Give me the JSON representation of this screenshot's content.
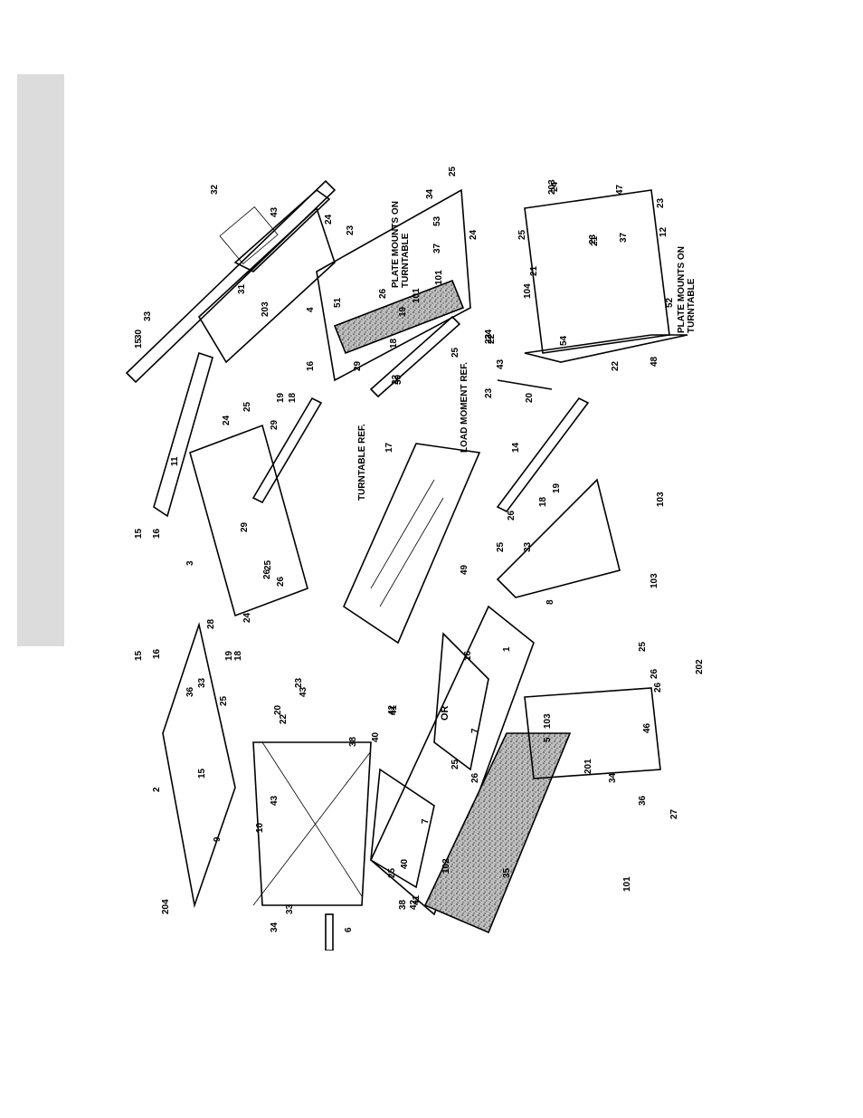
{
  "diagram": {
    "annotations": {
      "turntable_ref": "TURNTABLE REF.",
      "load_moment_ref": "LOAD MOMENT REF.",
      "plate_mounts_1": "PLATE MOUNTS ON TURNTABLE",
      "plate_mounts_2": "PLATE MOUNTS ON TURNTABLE",
      "or": "OR"
    },
    "callouts": [
      "1",
      "2",
      "3",
      "4",
      "5",
      "6",
      "7",
      "7",
      "8",
      "9",
      "10",
      "11",
      "12",
      "14",
      "15",
      "15",
      "15",
      "15",
      "16",
      "16",
      "16",
      "16",
      "17",
      "18",
      "18",
      "18",
      "18",
      "19",
      "19",
      "19",
      "19",
      "20",
      "20",
      "21",
      "21",
      "22",
      "22",
      "22",
      "22",
      "22",
      "23",
      "23",
      "23",
      "23",
      "23",
      "24",
      "24",
      "24",
      "24",
      "24",
      "24",
      "25",
      "25",
      "25",
      "25",
      "25",
      "25",
      "25",
      "25",
      "25",
      "25",
      "26",
      "26",
      "26",
      "26",
      "26",
      "26",
      "26",
      "27",
      "28",
      "29",
      "29",
      "29",
      "30",
      "30",
      "31",
      "32",
      "33",
      "33",
      "33",
      "33",
      "34",
      "34",
      "34",
      "35",
      "36",
      "36",
      "37",
      "37",
      "38",
      "38",
      "40",
      "40",
      "41",
      "41",
      "42",
      "42",
      "43",
      "43",
      "43",
      "43",
      "46",
      "47",
      "48",
      "49",
      "51",
      "52",
      "53",
      "54",
      "101",
      "101",
      "101",
      "102",
      "103",
      "103",
      "103",
      "104",
      "201",
      "202",
      "203",
      "203",
      "204"
    ]
  }
}
